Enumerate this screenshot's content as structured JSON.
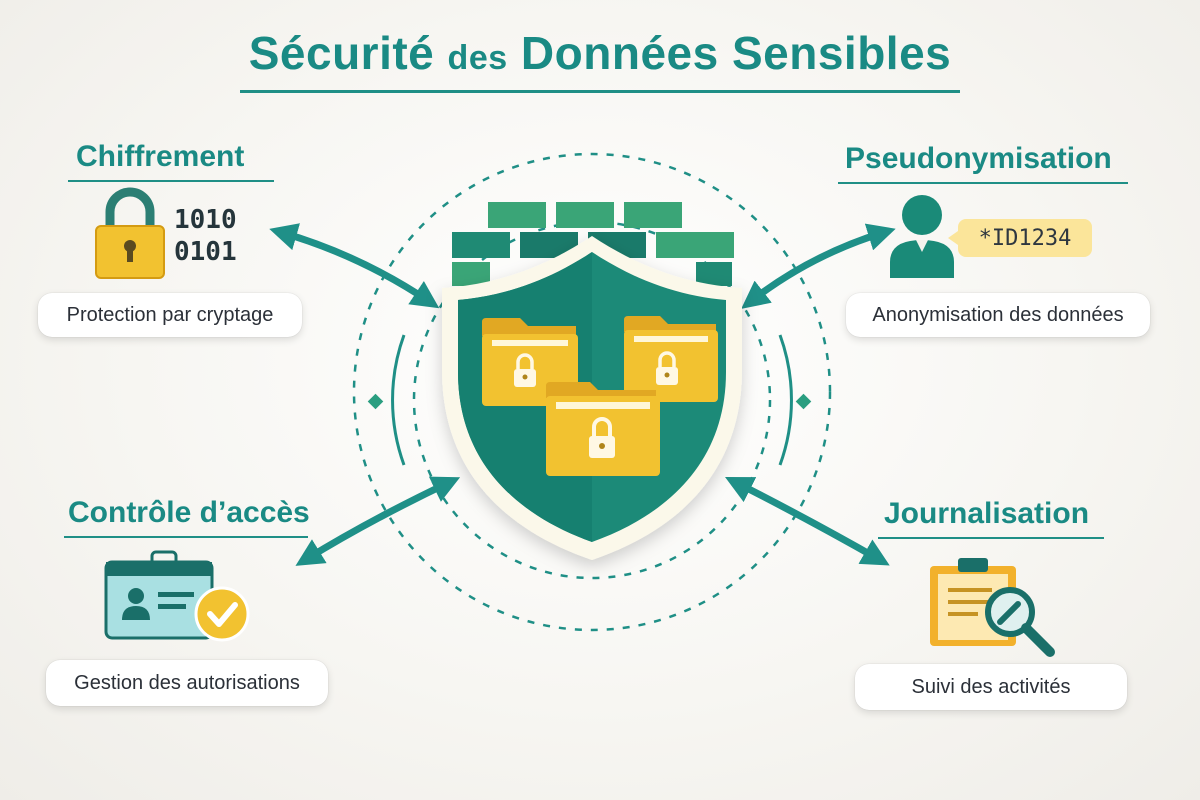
{
  "title": {
    "part1": "Sécurité",
    "part2": "des",
    "part3": "Données Sensibles"
  },
  "sections": {
    "encryption": {
      "heading": "Chiffrement",
      "binary_line1": "1010",
      "binary_line2": "0101",
      "caption": "Protection par cryptage",
      "icon": "padlock-icon"
    },
    "pseudonymization": {
      "heading": "Pseudonymisation",
      "id_tag": "*ID1234",
      "caption": "Anonymisation des données",
      "icon": "user-icon"
    },
    "access_control": {
      "heading": "Contrôle d’accès",
      "caption": "Gestion des autorisations",
      "icon": "id-badge-check-icon"
    },
    "logging": {
      "heading": "Journalisation",
      "caption": "Suivi des activités",
      "icon": "clipboard-magnifier-icon"
    }
  },
  "center": {
    "icon": "shield-firewall-icon",
    "folders": [
      "locked-folder-icon",
      "locked-folder-icon",
      "locked-folder-icon"
    ]
  },
  "colors": {
    "teal": "#1a8a84",
    "dark_teal": "#146f69",
    "gold": "#f2c230",
    "green_brick": "#3aa577"
  }
}
